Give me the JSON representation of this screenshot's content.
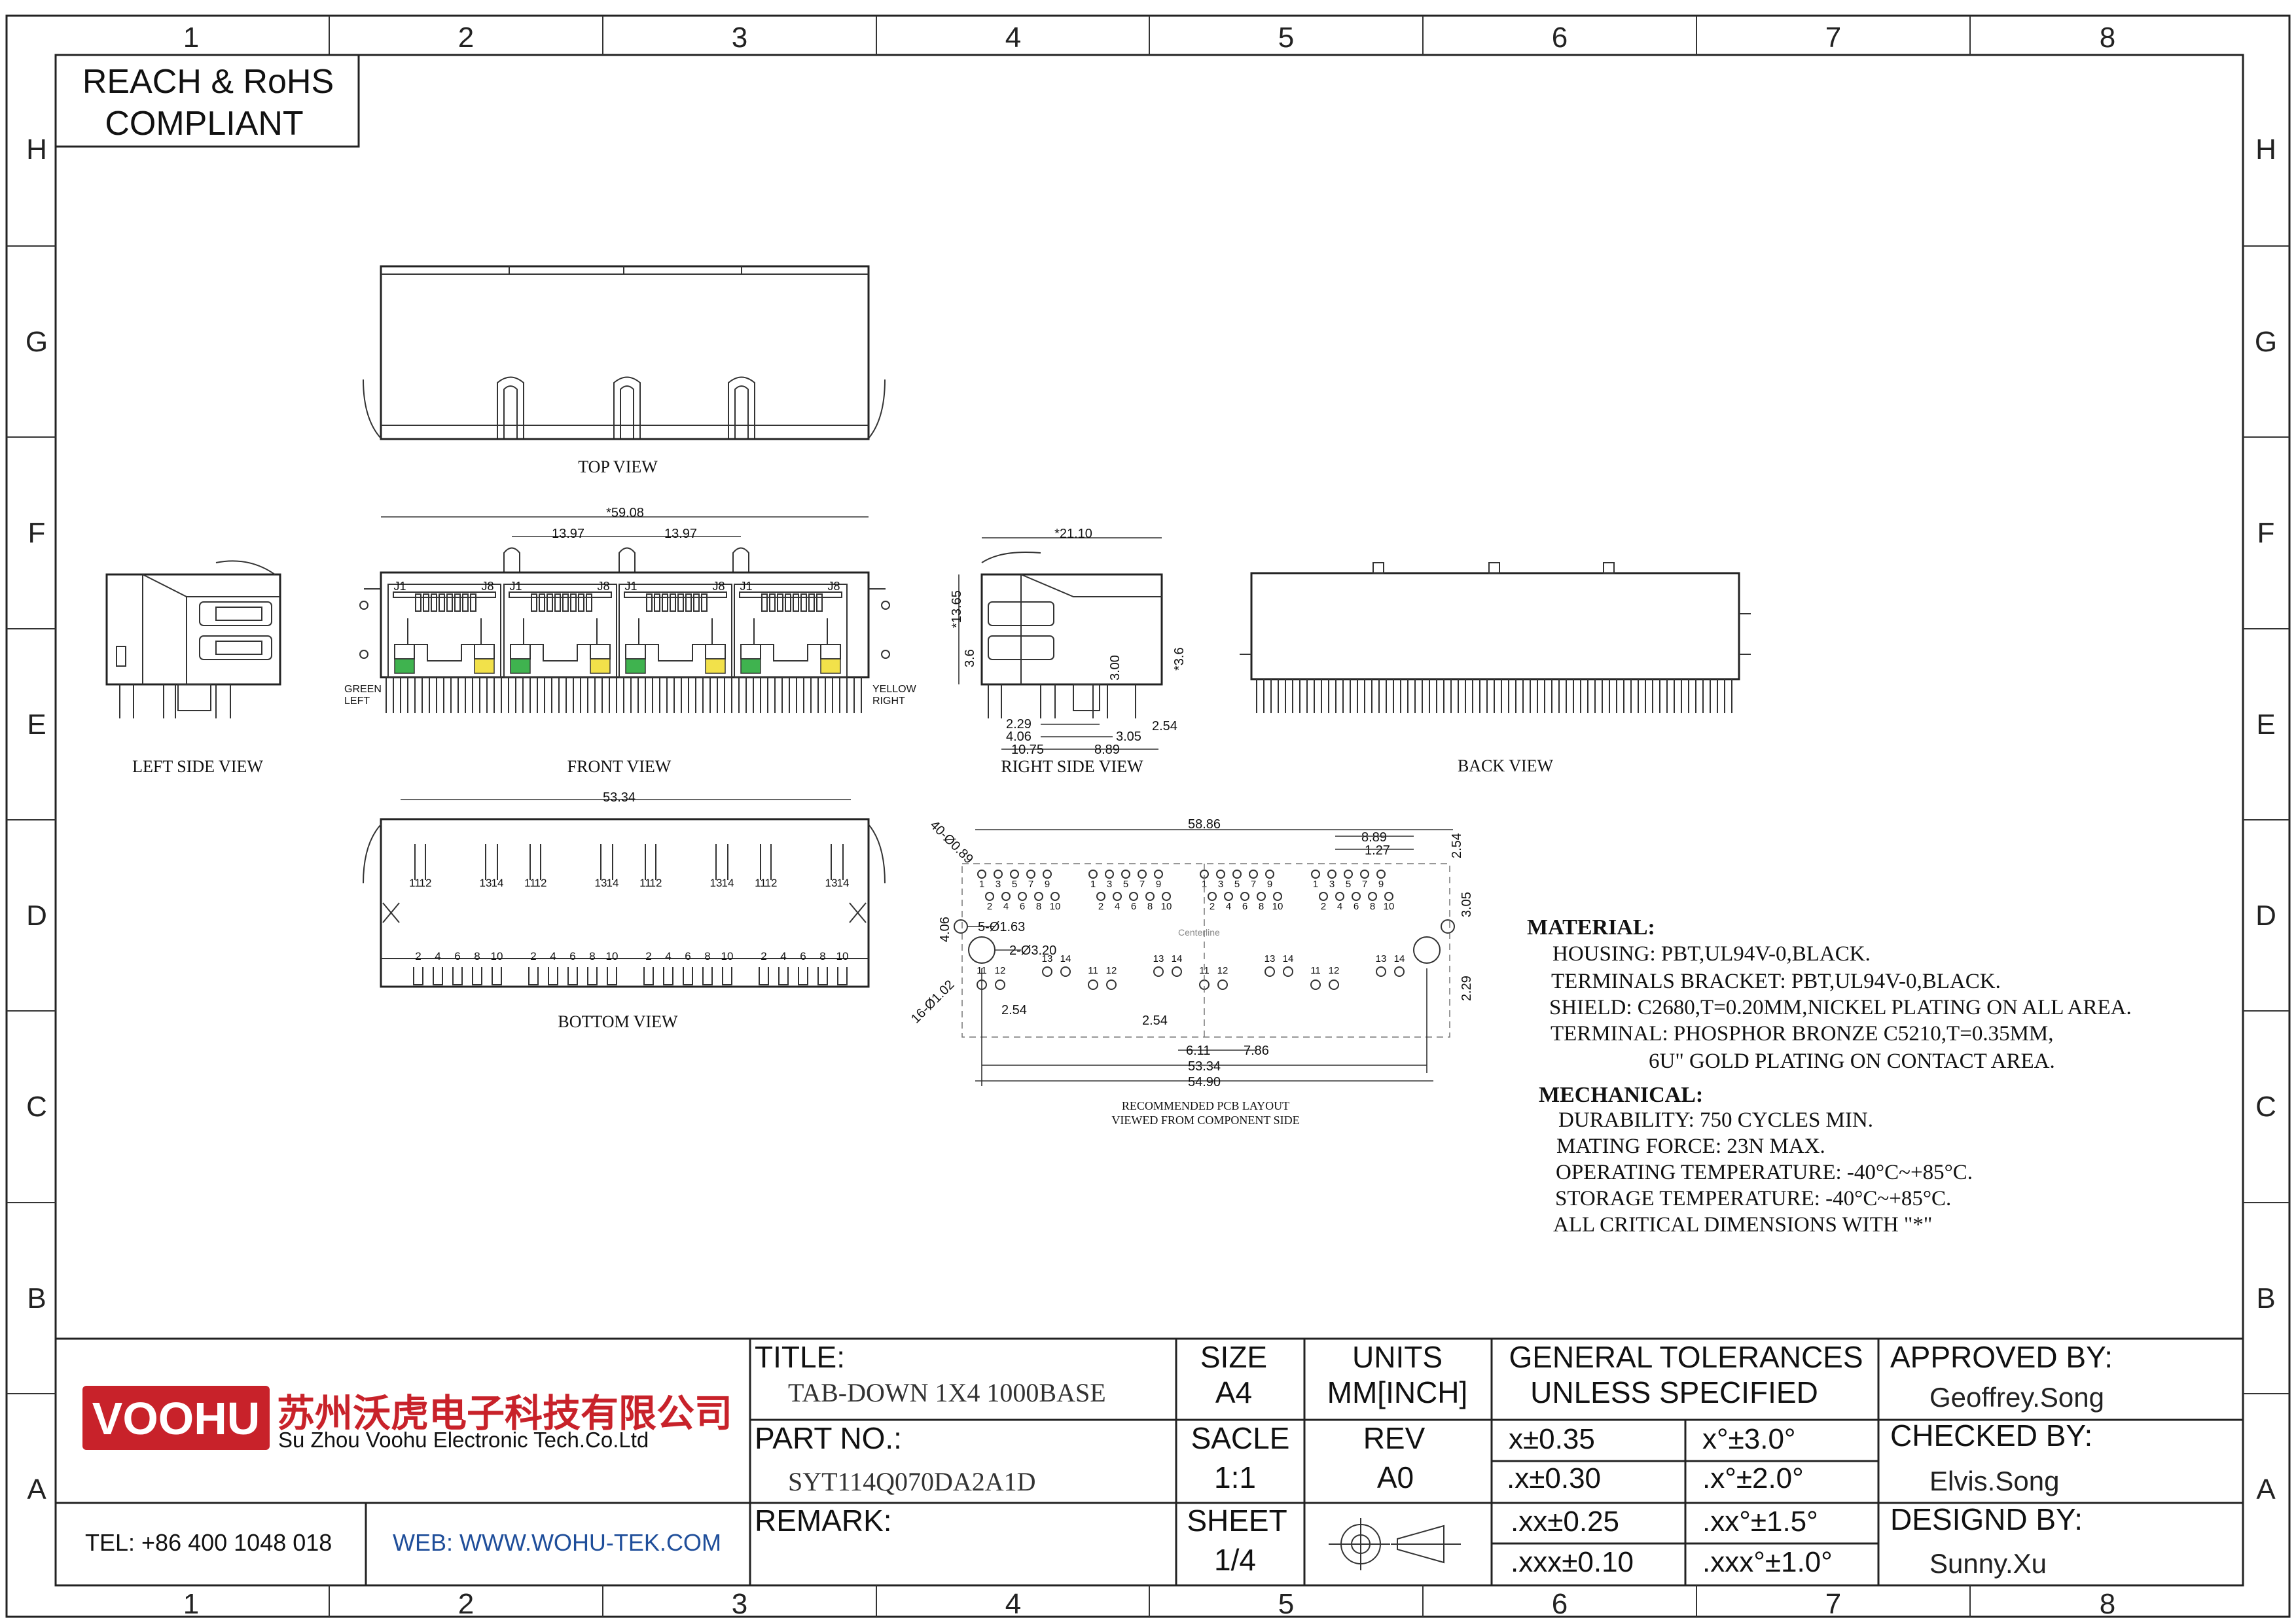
{
  "frame": {
    "columns": [
      "1",
      "2",
      "3",
      "4",
      "5",
      "6",
      "7",
      "8"
    ],
    "rows": [
      "H",
      "G",
      "F",
      "E",
      "D",
      "C",
      "B",
      "A"
    ]
  },
  "compliance": [
    "REACH & RoHS",
    "COMPLIANT"
  ],
  "views": {
    "top": "TOP VIEW",
    "left_side": "LEFT SIDE VIEW",
    "front": "FRONT VIEW",
    "right_side": "RIGHT SIDE VIEW",
    "back": "BACK VIEW",
    "bottom": "BOTTOM VIEW",
    "pcb_line1": "RECOMMENDED PCB LAYOUT",
    "pcb_line2": "VIEWED FROM COMPONENT SIDE",
    "centerline": "Centerline"
  },
  "front_view": {
    "width_dim": "*59.08",
    "pitch_dims": [
      "13.97",
      "13.97"
    ],
    "port_pin_labels": [
      "J1",
      "J8"
    ],
    "led_left": [
      "GREEN",
      "LEFT"
    ],
    "led_right": [
      "YELLOW",
      "RIGHT"
    ],
    "led_colors": {
      "green": "#3fb34f",
      "yellow": "#f2e14a"
    }
  },
  "right_side_view": {
    "dims": [
      "*21.10",
      "*13.65",
      "3.6",
      "3.00",
      "*3.6",
      "2.29",
      "4.06",
      "10.75",
      "3.05",
      "8.89",
      "2.54"
    ]
  },
  "bottom_view": {
    "width_dim": "53.34",
    "upper_pins": [
      "11",
      "12",
      "13",
      "14"
    ],
    "lower_pins": [
      "2",
      "4",
      "6",
      "8",
      "10"
    ]
  },
  "pcb_layout": {
    "dims": [
      "58.86",
      "40-Ø0.89",
      "8.89",
      "1.27",
      "2.54",
      "3.05",
      "4.06",
      "5-Ø1.63",
      "2-Ø3.20",
      "16-Ø1.02",
      "2.54",
      "2.54",
      "6.11",
      "7.86",
      "53.34",
      "54.90",
      "2.29"
    ],
    "row_pins": [
      "1",
      "3",
      "5",
      "7",
      "9",
      "2",
      "4",
      "6",
      "8",
      "10"
    ],
    "pin_groups": [
      "11",
      "12",
      "13",
      "14"
    ]
  },
  "material": {
    "heading": "MATERIAL:",
    "lines": [
      "HOUSING: PBT,UL94V-0,BLACK.",
      "TERMINALS BRACKET: PBT,UL94V-0,BLACK.",
      "SHIELD: C2680,T=0.20MM,NICKEL PLATING ON ALL AREA.",
      "TERMINAL: PHOSPHOR BRONZE C5210,T=0.35MM,",
      "6U\" GOLD PLATING ON CONTACT AREA."
    ]
  },
  "mechanical": {
    "heading": "MECHANICAL:",
    "lines": [
      "DURABILITY: 750 CYCLES MIN.",
      "MATING FORCE: 23N MAX.",
      "OPERATING TEMPERATURE: -40°C~+85°C.",
      "STORAGE TEMPERATURE: -40°C~+85°C.",
      "ALL CRITICAL DIMENSIONS WITH \"*\""
    ]
  },
  "title_block": {
    "logo": "VOOHU",
    "company_cn": "苏州沃虎电子科技有限公司",
    "company_en": "Su Zhou Voohu Electronic Tech.Co.Ltd",
    "tel": "TEL: +86 400 1048 018",
    "web": "WEB: WWW.WOHU-TEK.COM",
    "title_label": "TITLE:",
    "title_value": "TAB-DOWN 1X4 1000BASE",
    "part_label": "PART NO.:",
    "part_value": "SYT114Q070DA2A1D",
    "remark_label": "REMARK:",
    "size_label": "SIZE",
    "size_value": "A4",
    "units_label": "UNITS",
    "units_value": "MM[INCH]",
    "scale_label": "SACLE",
    "scale_value": "1:1",
    "rev_label": "REV",
    "rev_value": "A0",
    "sheet_label": "SHEET",
    "sheet_value": "1/4",
    "tol_header1": "GENERAL TOLERANCES",
    "tol_header2": "UNLESS SPECIFIED",
    "tolerances": [
      [
        "x±0.35",
        "x°±3.0°"
      ],
      [
        ".x±0.30",
        ".x°±2.0°"
      ],
      [
        ".xx±0.25",
        ".xx°±1.5°"
      ],
      [
        ".xxx±0.10",
        ".xxx°±1.0°"
      ]
    ],
    "approved_label": "APPROVED BY:",
    "approved_value": "Geoffrey.Song",
    "checked_label": "CHECKED BY:",
    "checked_value": "Elvis.Song",
    "designed_label": "DESIGND BY:",
    "designed_value": "Sunny.Xu",
    "logo_color": "#c8222a",
    "web_color": "#1f4e9a"
  }
}
